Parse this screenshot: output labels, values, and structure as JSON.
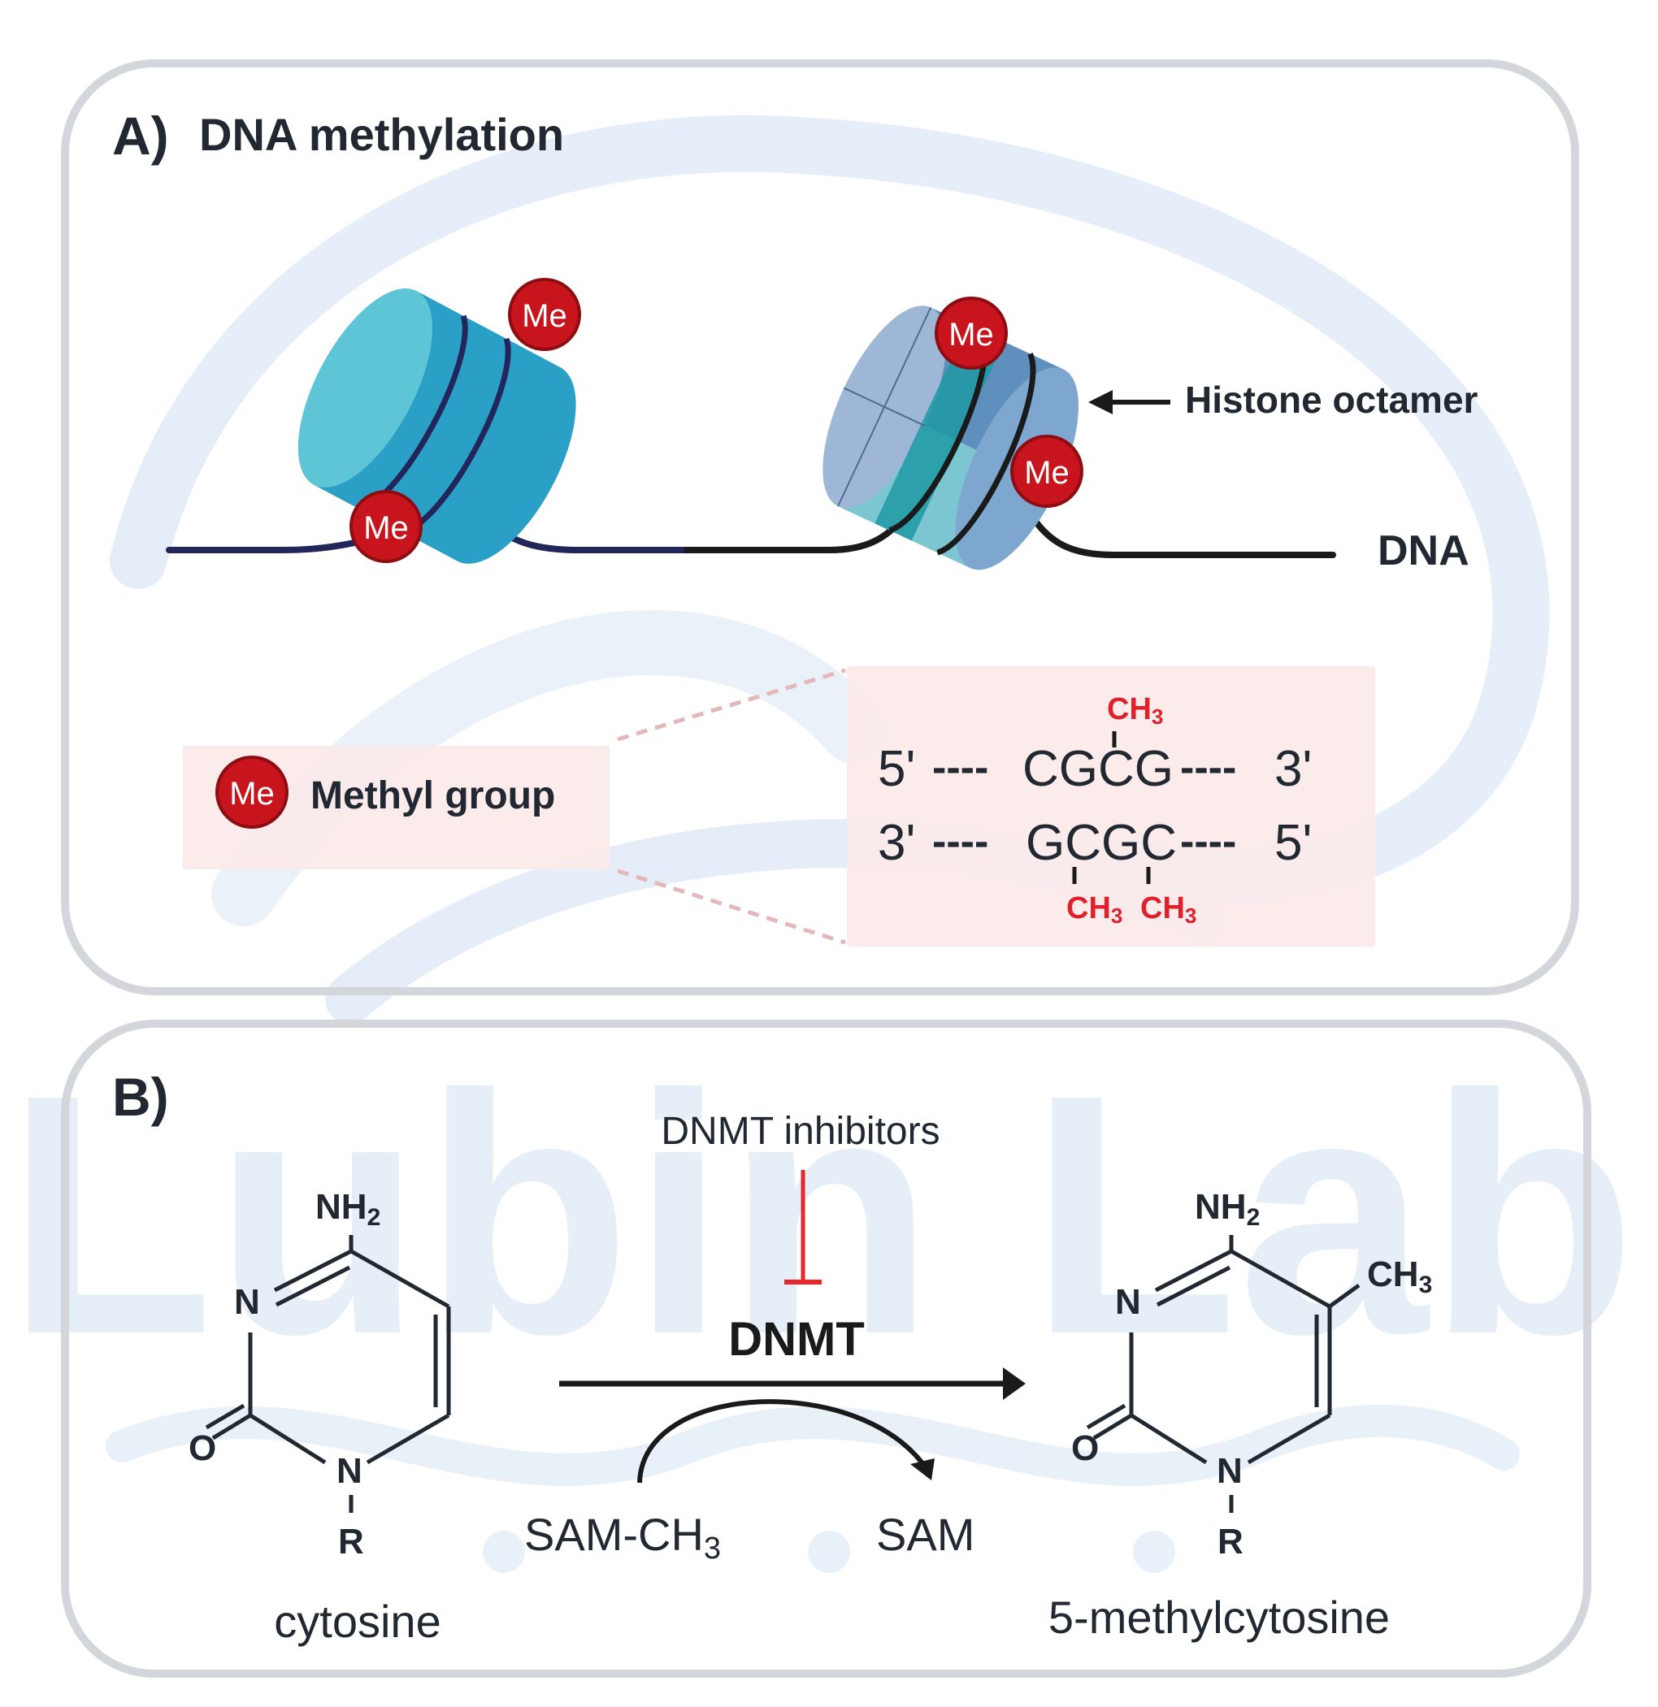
{
  "panel_a": {
    "label": "A)",
    "title": "DNA methylation",
    "histone_label": "Histone octamer",
    "dna_label": "DNA",
    "me_badge": "Me",
    "legend_label": "Methyl group",
    "seq_top_left": "5'",
    "seq_top_dashes_1": "----",
    "seq_top_bases": "CGCG",
    "seq_top_dashes_2": "----",
    "seq_top_right": "3'",
    "seq_bottom_left": "3'",
    "seq_bottom_dashes_1": "----",
    "seq_bottom_bases": "GCGC",
    "seq_bottom_dashes_2": "----",
    "seq_bottom_right": "5'",
    "methyl_label": "CH",
    "methyl_subscript": "3"
  },
  "panel_b": {
    "label": "B)",
    "inhibitor_label": "DNMT inhibitors",
    "enzyme_label": "DNMT",
    "donor_label": "SAM-CH",
    "donor_subscript": "3",
    "product_byproduct": "SAM",
    "left_molecule": "cytosine",
    "right_molecule": "5-methylcytosine",
    "atom_nh": "NH",
    "atom_nh_subscript": "2",
    "atom_n": "N",
    "atom_o": "O",
    "atom_r": "R",
    "atom_ch": "CH",
    "atom_ch_subscript": "3"
  },
  "watermark": "Lubin Lab",
  "colors": {
    "panel_border": "#d3d6db",
    "me_red": "#c8141c",
    "me_edge": "#8e0d12",
    "methyl_text": "#e0202a",
    "inhibitor_red": "#e8262b",
    "dna_navy": "#23265a",
    "dna_black": "#1a1a1a",
    "label_dark": "#222831",
    "pink_box": "#fbe9e9",
    "watermark_blue": "#dde9f6"
  }
}
